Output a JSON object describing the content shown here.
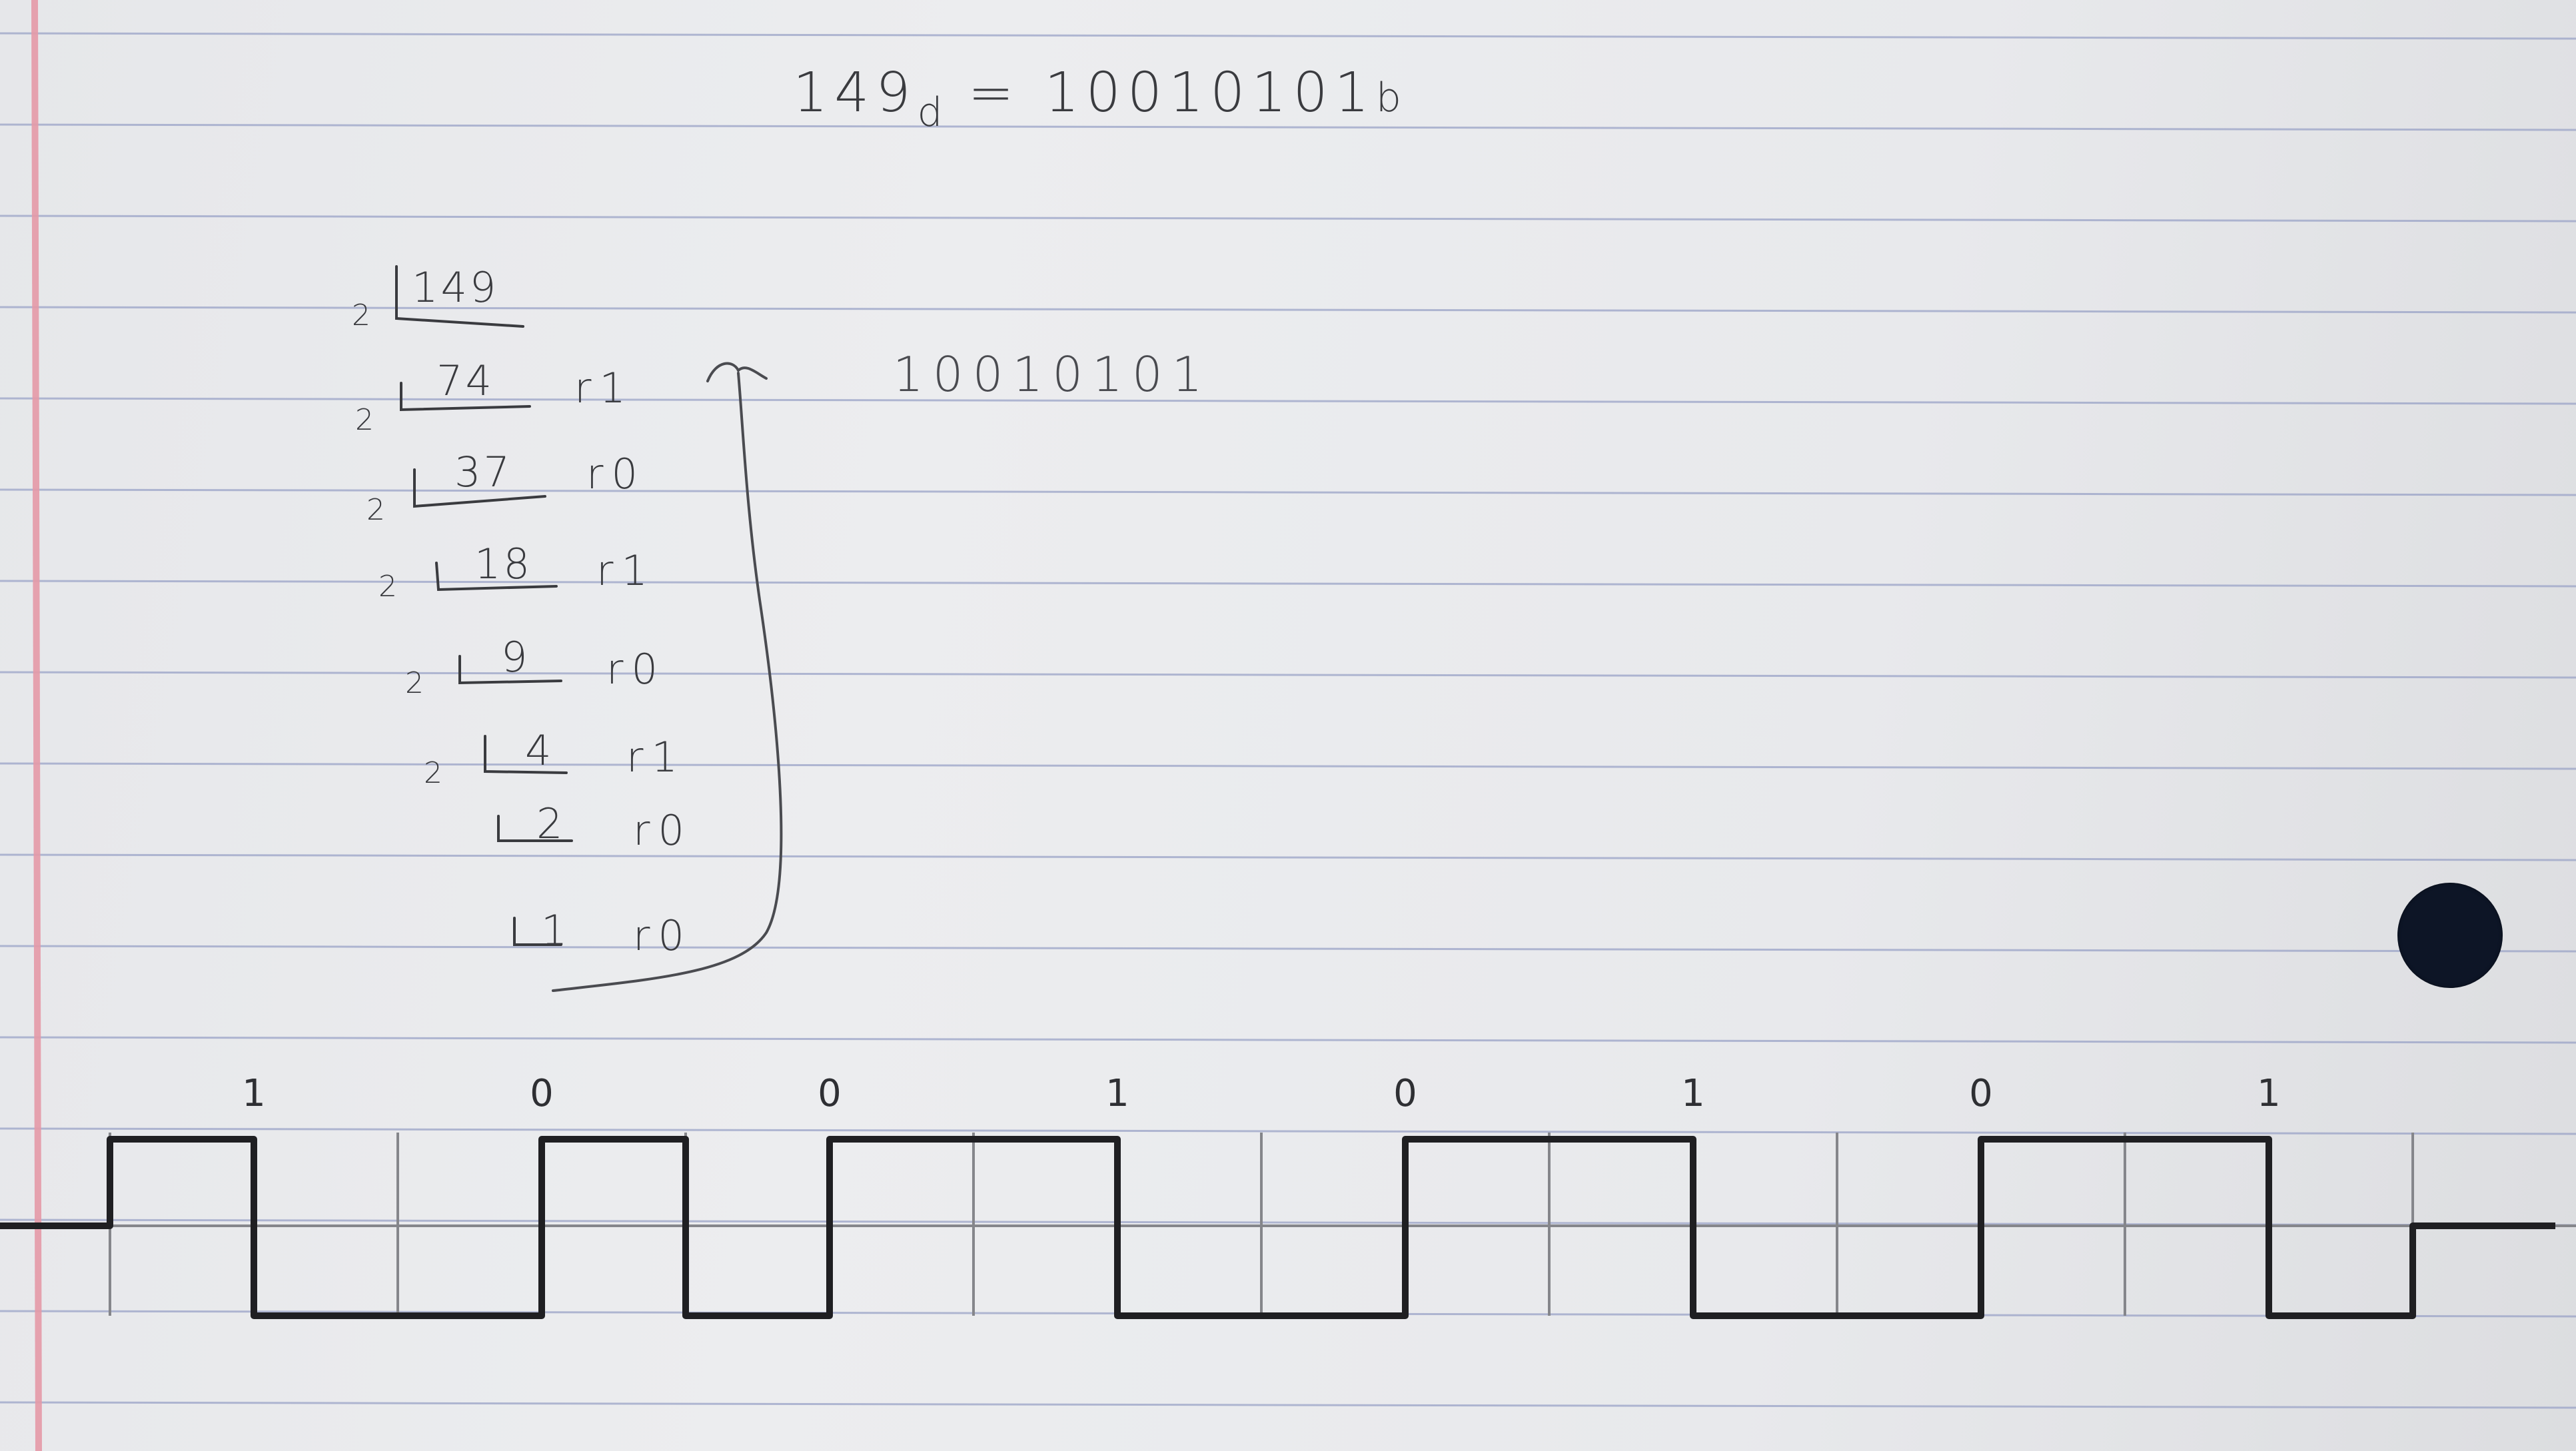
{
  "equation": {
    "decimal": "149",
    "decimal_sub": "d",
    "equals": "=",
    "binary": "10010101",
    "binary_sub": "b"
  },
  "division": {
    "steps": [
      {
        "divisor": "2",
        "quotient": "149",
        "remainder": ""
      },
      {
        "divisor": "2",
        "quotient": "74",
        "remainder": "r1"
      },
      {
        "divisor": "2",
        "quotient": "37",
        "remainder": "r0"
      },
      {
        "divisor": "2",
        "quotient": "18",
        "remainder": "r1"
      },
      {
        "divisor": "2",
        "quotient": "9",
        "remainder": "r0"
      },
      {
        "divisor": "2",
        "quotient": "4",
        "remainder": "r1"
      },
      {
        "divisor": "",
        "quotient": "2",
        "remainder": "r0"
      },
      {
        "divisor": "",
        "quotient": "1",
        "remainder": "r0"
      }
    ]
  },
  "binary_result": "10010101",
  "waveform": {
    "bits": [
      "1",
      "0",
      "0",
      "1",
      "0",
      "1",
      "0",
      "1"
    ],
    "encoding_levels": [
      "high-low",
      "low-high",
      "low-high",
      "high-low",
      "low-high",
      "high-low",
      "low-high",
      "high-low"
    ]
  },
  "colors": {
    "paper": "#e9eaec",
    "rule_line": "#9aa3c7",
    "margin_line": "#e59aa8",
    "ink": "#1f1f22",
    "pencil": "#85868b",
    "hole": "#0d1526"
  }
}
